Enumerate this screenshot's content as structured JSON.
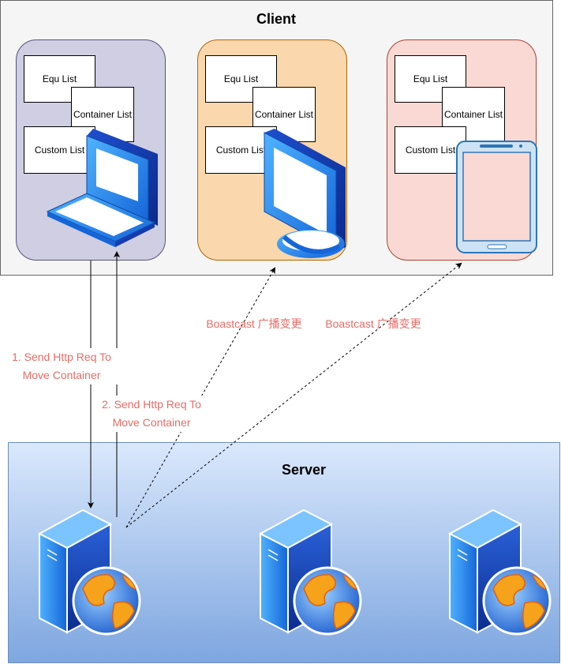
{
  "client": {
    "title": "Client",
    "panels": [
      {
        "fill": "#d0cee2",
        "stroke": "#56517e",
        "lists": [
          "Equ List",
          "Container List",
          "Custom List"
        ],
        "device": "laptop-icon"
      },
      {
        "fill": "#fad7ac",
        "stroke": "#b46504",
        "lists": [
          "Equ List",
          "Container List",
          "Custom List"
        ],
        "device": "monitor-icon"
      },
      {
        "fill": "#fad9d5",
        "stroke": "#ae4132",
        "lists": [
          "Equ List",
          "Container List",
          "Custom List"
        ],
        "device": "tablet-icon"
      }
    ]
  },
  "server": {
    "title": "Server",
    "nodes": [
      "web-server-icon",
      "web-server-icon",
      "web-server-icon"
    ]
  },
  "edges": {
    "req1": [
      "1. Send Http Req To",
      "Move Container"
    ],
    "req2": [
      "2. Send Http Req To",
      "Move Container"
    ],
    "broadcast1": "Boastcast 广播变更",
    "broadcast2": "Boastcast 广播变更"
  },
  "colors": {
    "edge_label": "#ea6b66",
    "client_bg": "#f5f5f5",
    "server_gradient": [
      "#dae8fc",
      "#7ea6e0"
    ]
  }
}
